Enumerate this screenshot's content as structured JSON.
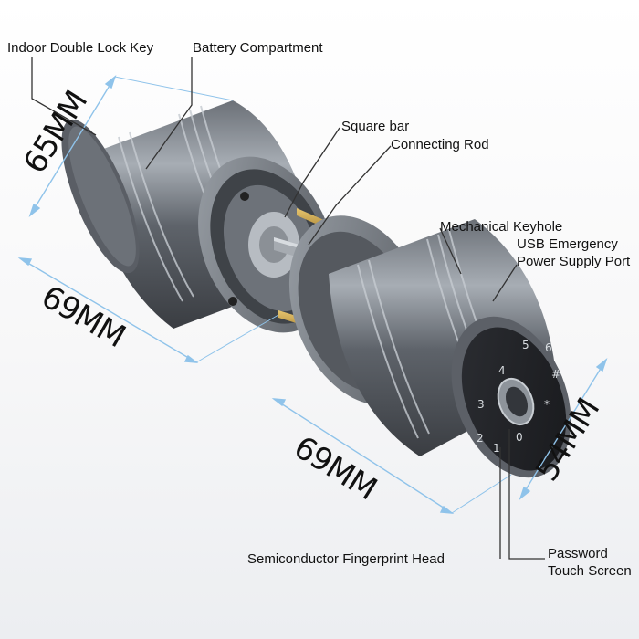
{
  "labels": {
    "indoor_key": "Indoor Double Lock Key",
    "battery": "Battery Compartment",
    "square_bar": "Square bar",
    "connecting_rod": "Connecting Rod",
    "keyhole": "Mechanical Keyhole",
    "usb_line1": "USB Emergency",
    "usb_line2": "Power Supply Port",
    "fingerprint": "Semiconductor Fingerprint Head",
    "password_line1": "Password",
    "password_line2": "Touch Screen"
  },
  "dimensions": {
    "height_left": "65MM",
    "length_left": "69MM",
    "length_right": "69MM",
    "diameter_right": "54MM"
  },
  "keypad": {
    "keys": [
      "5",
      "6",
      "4",
      "#",
      "3",
      "*",
      "2",
      "1",
      "0"
    ]
  },
  "colors": {
    "dimension_line": "#8fc3ea",
    "metal_dark": "#4c5056",
    "metal_light": "#9aa0a7",
    "brass": "#c9a24a"
  }
}
